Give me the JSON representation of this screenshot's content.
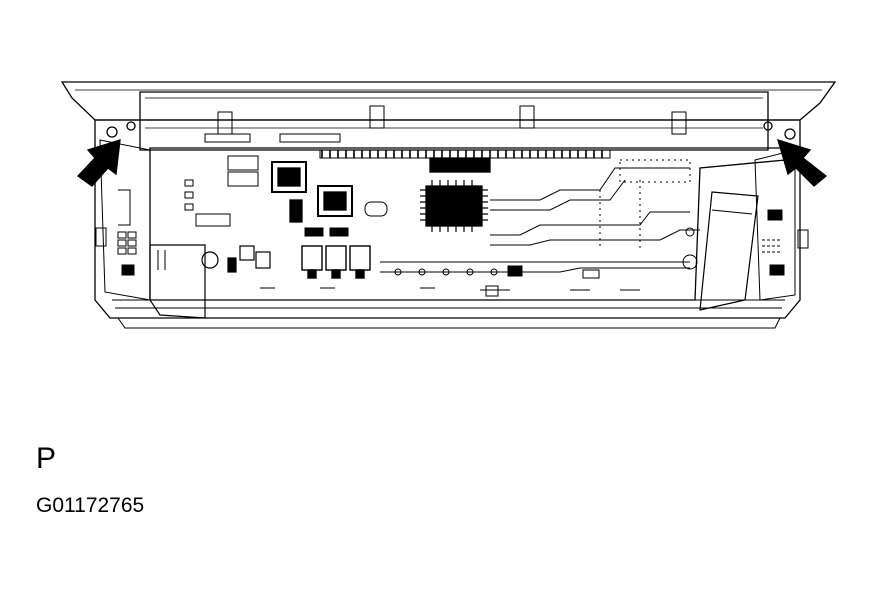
{
  "figure": {
    "view_letter": "P",
    "figure_code": "G01172765",
    "callout_arrows": [
      "arrow-left",
      "arrow-right"
    ]
  },
  "colors": {
    "ink": "#000000",
    "paper": "#ffffff"
  }
}
